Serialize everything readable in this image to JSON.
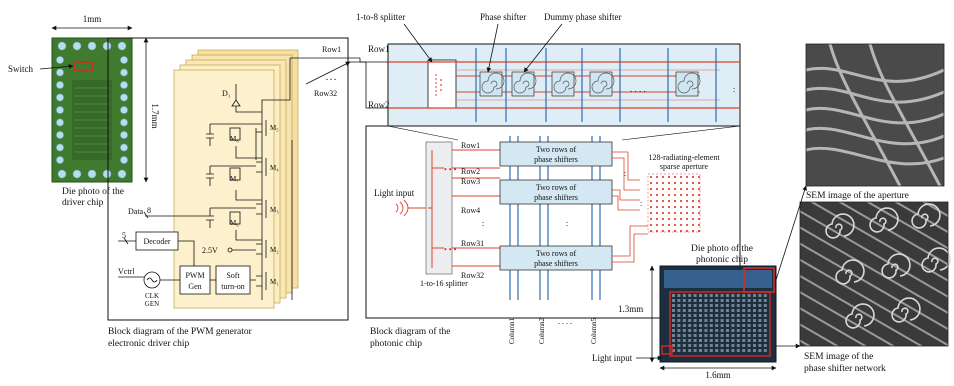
{
  "driver_chip": {
    "dim_width": "1mm",
    "dim_height": "1.7mm",
    "switch_label": "Switch",
    "caption_line1": "Die photo of the",
    "caption_line2": "driver chip"
  },
  "pwm_block": {
    "row1": "Row1",
    "row32": "Row32",
    "d1": "D₁",
    "m5": "M₅",
    "m8": "M₈",
    "m4": "M₄",
    "m7": "M₇",
    "m3": "M₃",
    "m6": "M₆",
    "m2": "M₂",
    "m1": "M₁",
    "v25": "2.5V",
    "data": "Data",
    "data_bits": "8",
    "decoder_bits": "5",
    "decoder": "Decoder",
    "vctrl": "Vctrl",
    "clk_line1": "CLK",
    "clk_line2": "GEN",
    "pwm_line1": "PWM",
    "pwm_line2": "Gen",
    "soft_line1": "Soft",
    "soft_line2": "turn-on",
    "caption_line1": "Block diagram of the PWM generator",
    "caption_line2": "electronic driver chip"
  },
  "detail": {
    "splitter_1to8": "1-to-8 splitter",
    "phase_shifter": "Phase shifter",
    "dummy_phase_shifter": "Dummy phase shifter",
    "row1": "Row1",
    "row2": "Row2",
    "dots": ". . . ."
  },
  "photonic_block": {
    "splitter_1to16": "1-to-16 splitter",
    "light_input": "Light input",
    "rows": [
      "Row1",
      "Row2",
      "Row3",
      "Row4",
      "Row31",
      "Row32"
    ],
    "two_rows_line1": "Two rows of",
    "two_rows_line2": "phase shifters",
    "aperture_line1": "128-radiating-element",
    "aperture_line2": "sparse aperture",
    "columns": [
      "Column1",
      "Column2",
      "Column5"
    ],
    "col_dots": ". . . .",
    "caption_line1": "Block diagram of the",
    "caption_line2": "photonic chip"
  },
  "photonic_die": {
    "caption_line1": "Die photo of the",
    "caption_line2": "photonic chip",
    "dim_height": "1.3mm",
    "dim_width": "1.6mm",
    "light_input": "Light input"
  },
  "sem": {
    "aperture_caption": "SEM image of the aperture",
    "network_line1": "SEM image of the",
    "network_line2": "phase shifter network"
  },
  "colors": {
    "driver_green": "#3f7a2f",
    "pwm_card": "#fbeec2",
    "light_blue_panel": "#dfeef6",
    "waveguide_red": "#d9432a",
    "electrode_blue": "#2f6db3",
    "phase_box": "#cfe5f1"
  }
}
